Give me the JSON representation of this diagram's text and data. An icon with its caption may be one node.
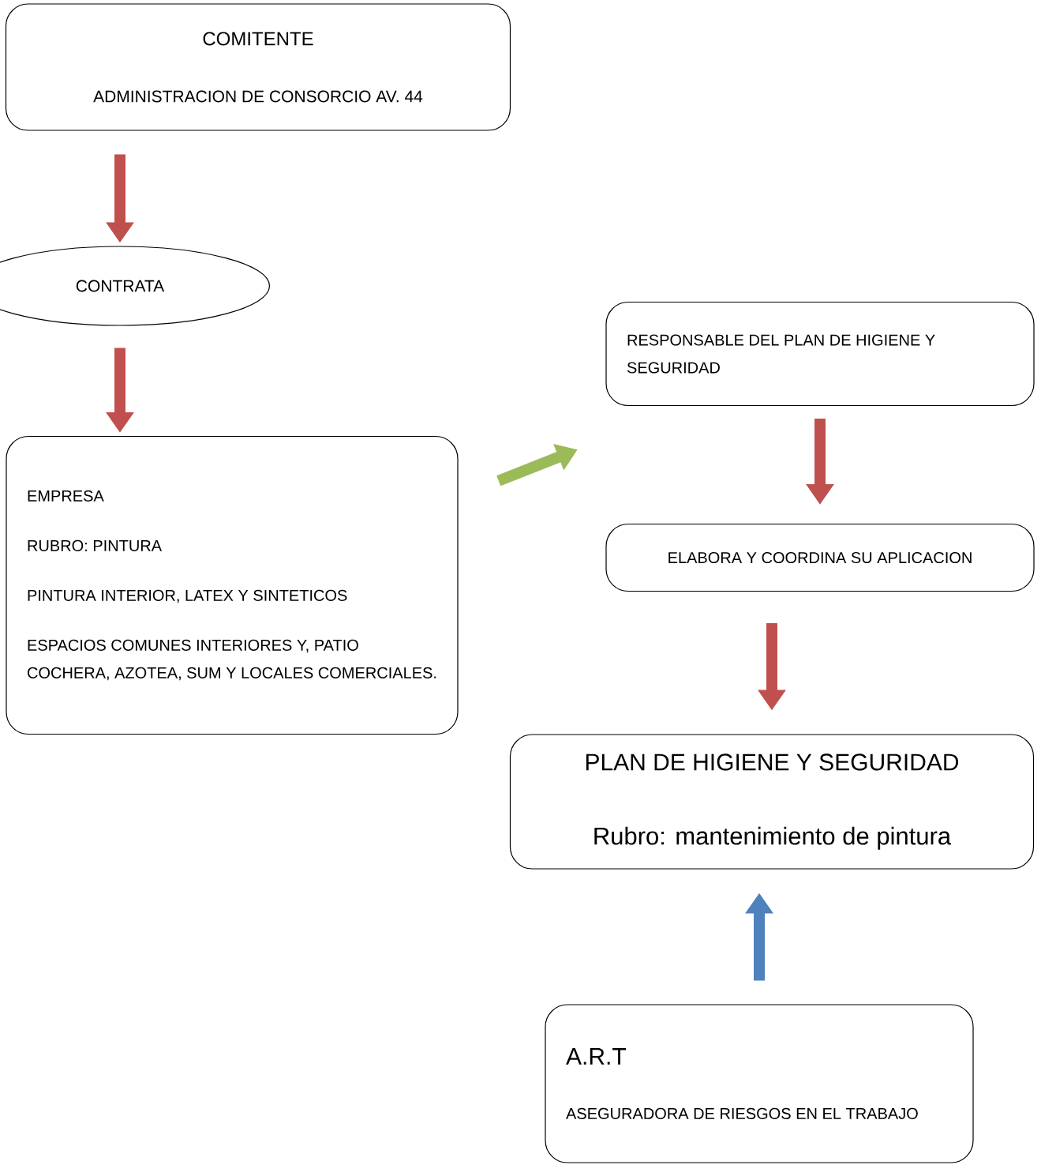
{
  "diagram": {
    "nodes": [
      {
        "text": [
          "COMITENTE",
          "ADMINISTRACION DE CONSORCIO AV. 44"
        ]
      },
      {
        "text": [
          "CONTRATA"
        ]
      },
      {
        "text": [
          "EMPRESA",
          "RUBRO: PINTURA",
          "PINTURA INTERIOR, LATEX Y SINTETICOS",
          "ESPACIOS COMUNES INTERIORES Y, PATIO COCHERA, AZOTEA, SUM Y LOCALES COMERCIALES."
        ]
      },
      {
        "text": [
          "RESPONSABLE DEL PLAN DE HIGIENE Y SEGURIDAD"
        ]
      },
      {
        "text": [
          "ELABORA Y COORDINA SU APLICACION"
        ]
      },
      {
        "text": [
          "PLAN DE HIGIENE Y SEGURIDAD",
          "Rubro: mantenimiento de pintura"
        ]
      },
      {
        "text": [
          "A.R.T",
          "ASEGURADORA DE RIESGOS EN EL TRABAJO"
        ]
      }
    ],
    "edges": [
      {
        "from": 0,
        "to": 1,
        "arrow": "to"
      },
      {
        "from": 1,
        "to": 2,
        "arrow": "to"
      },
      {
        "from": 2,
        "to": 3,
        "arrow": "to",
        "color": "#9bbb59"
      },
      {
        "from": 3,
        "to": 4,
        "arrow": "to"
      },
      {
        "from": 4,
        "to": 5,
        "arrow": "to"
      },
      {
        "from": 6,
        "to": 5,
        "arrow": "to",
        "color": "#4f81bd"
      }
    ]
  }
}
